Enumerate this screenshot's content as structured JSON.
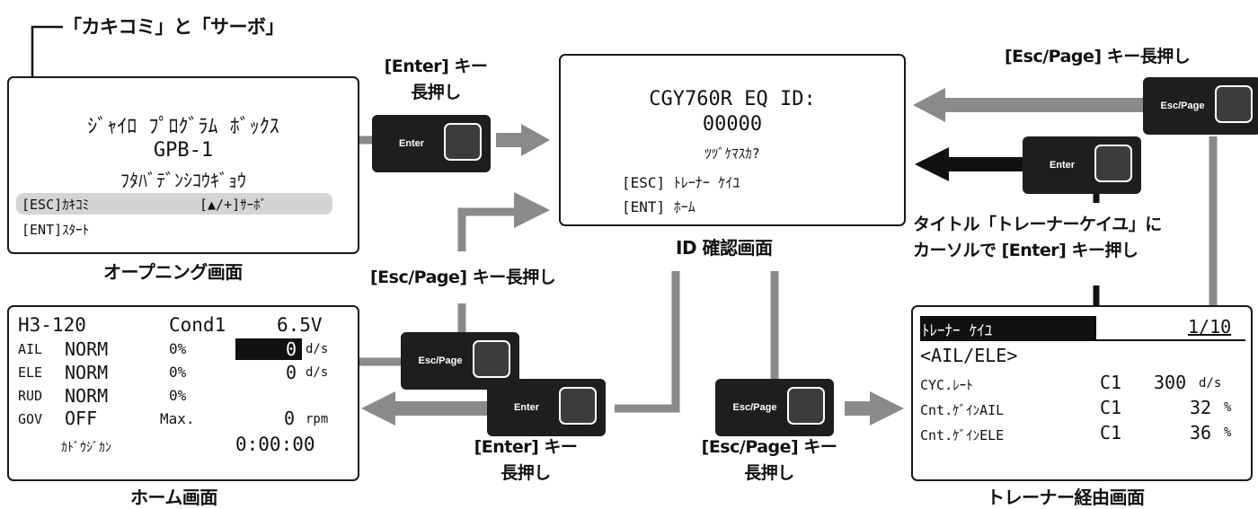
{
  "callout_top": "┌「カキコミ」と「サーボ」",
  "callout_top_text": "「カキコミ」と「サーボ」",
  "opening": {
    "line1": "ｼﾞｬｲﾛ ﾌﾟﾛｸﾞﾗﾑ ﾎﾞｯｸｽ",
    "line2": "GPB-1",
    "line3": "ﾌﾀﾊﾞﾃﾞﾝｼｺｳｷﾞｮｳ",
    "esc": "[ESC]ｶｷｺﾐ",
    "servo": "[▲/+]ｻｰﾎﾞ",
    "ent": "[ENT]ｽﾀｰﾄ",
    "caption": "オープニング画面"
  },
  "id_screen": {
    "line1": "CGY760R EQ ID:",
    "line2": "00000",
    "line3": "ﾂﾂﾞｹﾏｽｶ?",
    "line4": "[ESC] ﾄﾚｰﾅｰ ｹｲﾕ",
    "line5": "[ENT] ﾎｰﾑ",
    "caption": "ID 確認画面"
  },
  "home": {
    "model": "H3-120",
    "cond": "Cond1",
    "volt": "6.5V",
    "rows": [
      {
        "ch": "AIL",
        "mode": "NORM",
        "pct": "0%",
        "rate": "0",
        "unit": "d/s"
      },
      {
        "ch": "ELE",
        "mode": "NORM",
        "pct": "0%",
        "rate": "0",
        "unit": "d/s"
      },
      {
        "ch": "RUD",
        "mode": "NORM",
        "pct": "0%",
        "rate": "",
        "unit": ""
      }
    ],
    "gov": "GOV",
    "gov_state": "OFF",
    "gov_max": "Max.",
    "gov_val": "0",
    "gov_unit": "rpm",
    "timer_label": "ｶﾄﾞｳｼﾞｶﾝ",
    "timer": "0:00:00",
    "caption": "ホーム画面"
  },
  "trainer": {
    "title": "ﾄﾚｰﾅｰ ｹｲﾕ",
    "page": "1/10",
    "section": "<AIL/ELE>",
    "rows": [
      {
        "label": "CYC.ﾚｰﾄ",
        "c": "C1",
        "val": "300",
        "unit": "d/s"
      },
      {
        "label": "Cnt.ｹﾞｲﾝAIL",
        "c": "C1",
        "val": "32",
        "unit": "%"
      },
      {
        "label": "Cnt.ｹﾞｲﾝELE",
        "c": "C1",
        "val": "36",
        "unit": "%"
      }
    ],
    "caption": "トレーナー経由画面"
  },
  "keys": {
    "enter": "Enter",
    "esc": "Esc/Page"
  },
  "labels": {
    "enter_long_1": "[Enter] キー",
    "enter_long_2": "長押し",
    "esc_long_top": "[Esc/Page] キー長押し",
    "esc_long_mid": "[Esc/Page] キー長押し",
    "esc_long_bot_1": "[Esc/Page] キー",
    "esc_long_bot_2": "長押し",
    "enter_bot_1": "[Enter] キー",
    "enter_bot_2": "長押し",
    "title_note_1": "タイトル「トレーナーケイユ」に",
    "title_note_2": "カーソルで [Enter] キー押し"
  }
}
